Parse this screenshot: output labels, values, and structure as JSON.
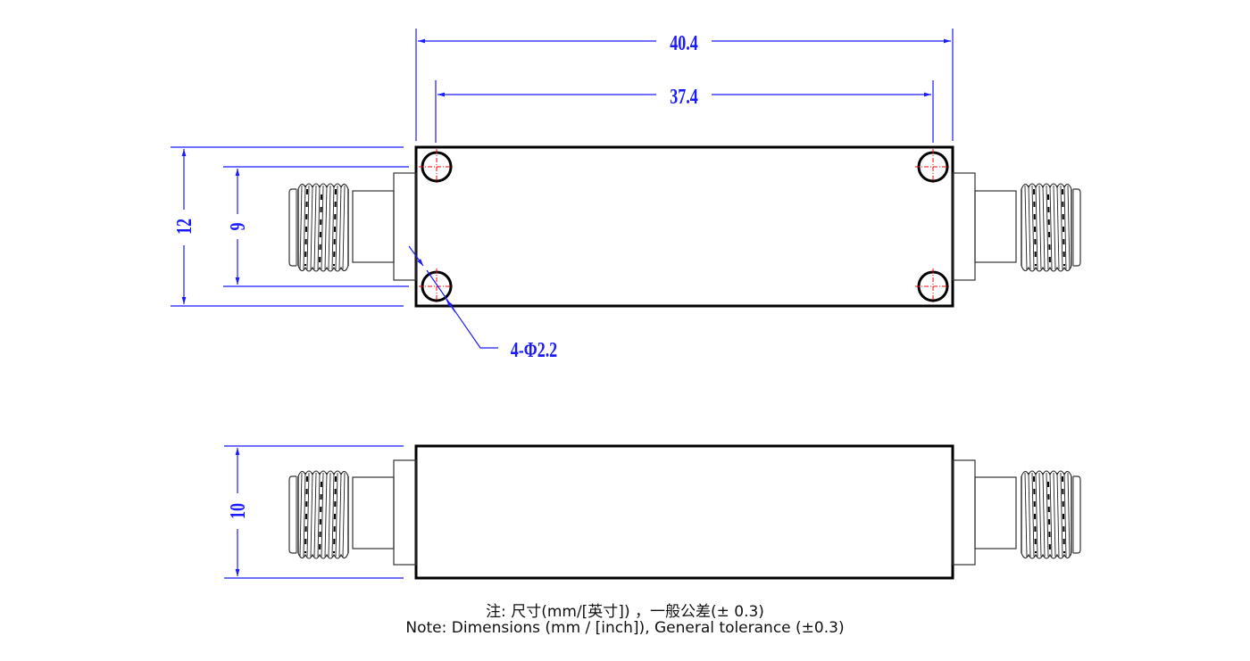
{
  "drawing": {
    "type": "mechanical-outline",
    "colors": {
      "outline": "#000000",
      "dimension": "#1a1aff",
      "centerline": "#ff0000",
      "background": "#ffffff"
    },
    "top_view": {
      "dimensions": {
        "overall_length": "40.4",
        "hole_spacing_length": "37.4",
        "body_height": "12",
        "hole_spacing_height": "9",
        "mounting_holes": "4-Φ2.2"
      },
      "mounting_hole_count": 4
    },
    "side_view": {
      "dimensions": {
        "body_thickness": "10"
      }
    }
  },
  "notes": {
    "chinese": "注: 尺寸(mm/[英寸]) ，一般公差(± 0.3)",
    "english": "Note: Dimensions (mm / [inch]), General tolerance (±0.3)"
  }
}
